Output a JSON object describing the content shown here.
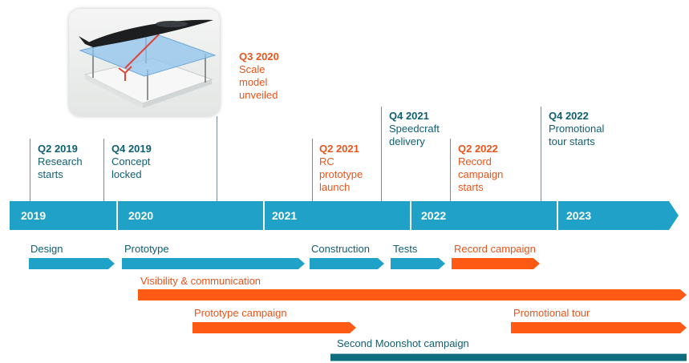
{
  "milestones": {
    "q2_2019": {
      "quarter": "Q2 2019",
      "text": "Research\nstarts"
    },
    "q4_2019": {
      "quarter": "Q4 2019",
      "text": "Concept\nlocked"
    },
    "q3_2020": {
      "quarter": "Q3 2020",
      "text": "Scale\nmodel\nunveiled"
    },
    "q2_2021": {
      "quarter": "Q2 2021",
      "text": "RC\nprototype\nlaunch"
    },
    "q4_2021": {
      "quarter": "Q4 2021",
      "text": "Speedcraft\ndelivery"
    },
    "q2_2022": {
      "quarter": "Q2 2022",
      "text": "Record\ncampaign\nstarts"
    },
    "q4_2022": {
      "quarter": "Q4 2022",
      "text": "Promotional\ntour starts"
    }
  },
  "years": [
    "2019",
    "2020",
    "2021",
    "2022",
    "2023"
  ],
  "phases": {
    "design": "Design",
    "prototype": "Prototype",
    "construction": "Construction",
    "tests": "Tests",
    "record_campaign": "Record campaign",
    "visibility": "Visibility & communication",
    "prototype_campaign": "Prototype campaign",
    "promotional_tour": "Promotional tour",
    "second_moonshot": "Second Moonshot campaign"
  },
  "colors": {
    "axis": "#1fa1c8",
    "teal_text": "#0f5f72",
    "orange": "#ff5a14",
    "dark_teal": "#0e6e80",
    "blue_bar": "#1fa1c8"
  }
}
